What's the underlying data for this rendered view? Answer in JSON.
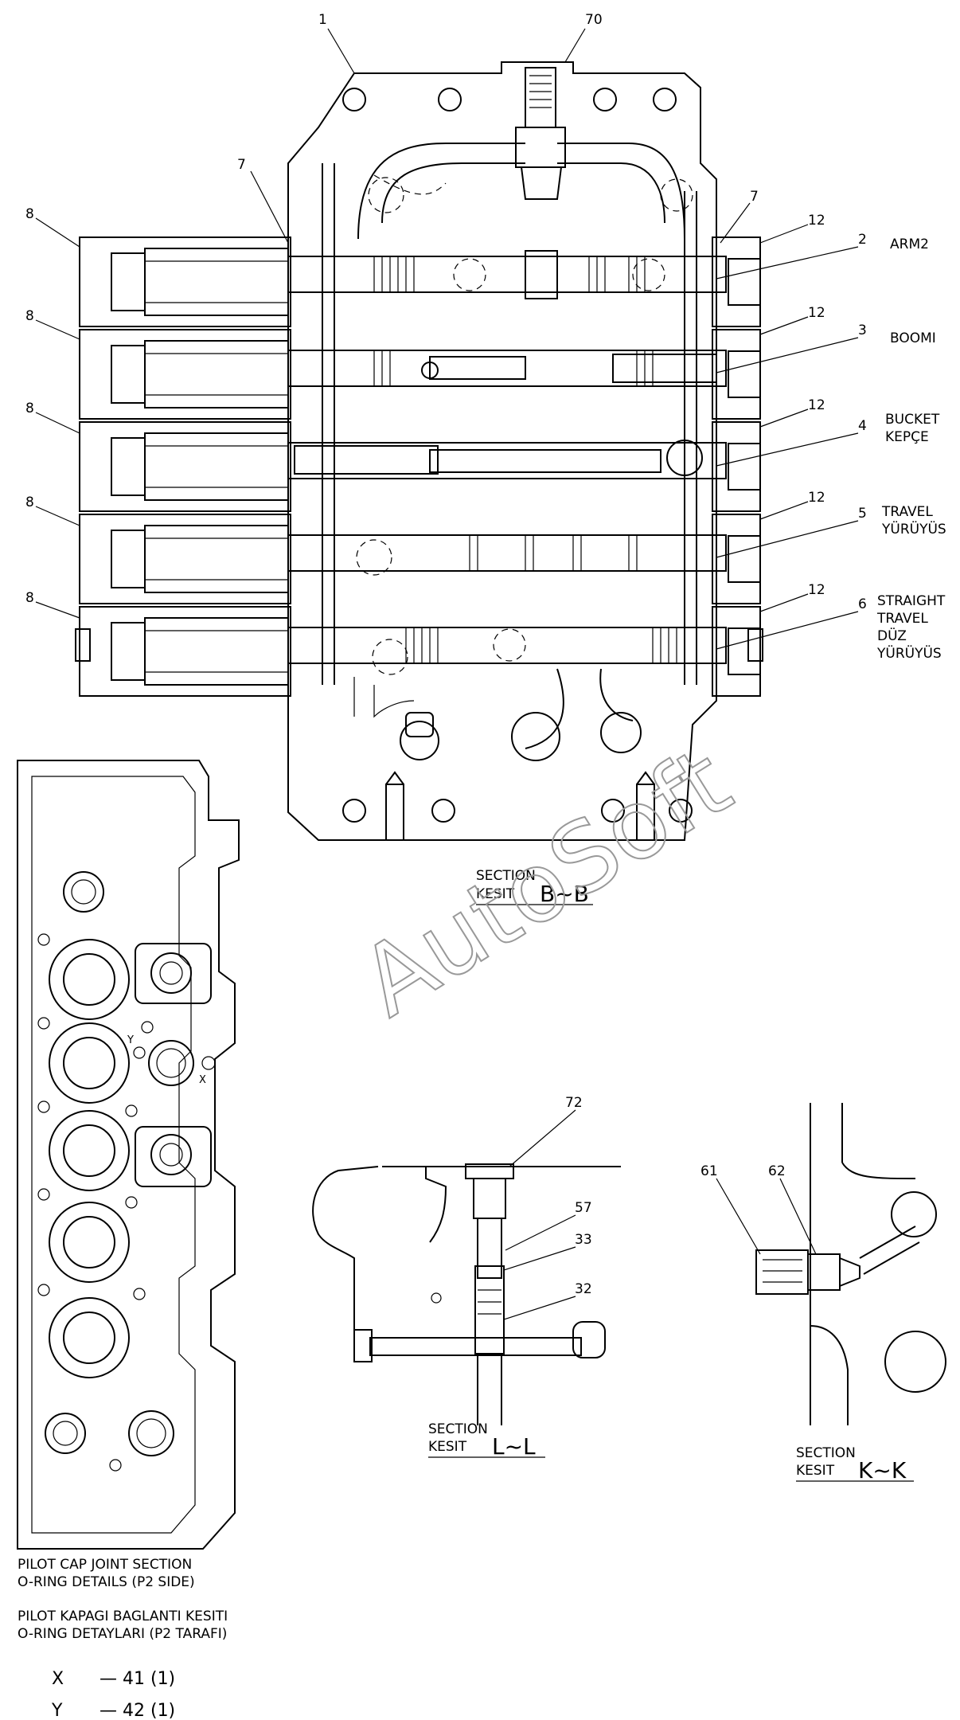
{
  "callouts": {
    "c1": "1",
    "c70": "70",
    "c7a": "7",
    "c7b": "7",
    "c8a": "8",
    "c8b": "8",
    "c8c": "8",
    "c8d": "8",
    "c8e": "8",
    "c12a": "12",
    "c12b": "12",
    "c12c": "12",
    "c12d": "12",
    "c12e": "12",
    "c2": "2",
    "c3": "3",
    "c4": "4",
    "c5": "5",
    "c6": "6",
    "c72": "72",
    "c57": "57",
    "c33": "33",
    "c32": "32",
    "c61": "61",
    "c62": "62"
  },
  "spool_labels": {
    "arm2": "ARM2",
    "boom1": "BOOMI",
    "bucket_en": "BUCKET",
    "bucket_tr": "KEPÇE",
    "travel_en": "TRAVEL",
    "travel_tr": "YÜRÜYÜS",
    "straight_en": "STRAIGHT",
    "straight_en2": "TRAVEL",
    "straight_tr": "DÜZ",
    "straight_tr2": "YÜRÜYÜS"
  },
  "sections": {
    "bb": {
      "line1": "SECTION",
      "line2": "KESIT",
      "mark": "B~B"
    },
    "ll": {
      "line1": "SECTION",
      "line2": "KESIT",
      "mark": "L~L"
    },
    "kk": {
      "line1": "SECTION",
      "line2": "KESIT",
      "mark": "K~K"
    }
  },
  "pilot_notes": {
    "en1": "PILOT CAP JOINT SECTION",
    "en2": "O-RING DETAILS (P2 SIDE)",
    "tr1": "PILOT KAPAGI BAGLANTI KESITI",
    "tr2": "O-RING DETAYLARI (P2 TARAFI)"
  },
  "port_marks": {
    "x": "X",
    "y": "Y"
  },
  "legend": {
    "x_sym": "X",
    "x_val": "— 41 (1)",
    "y_sym": "Y",
    "y_val": "— 42 (1)"
  },
  "watermark": "AutoSoft"
}
